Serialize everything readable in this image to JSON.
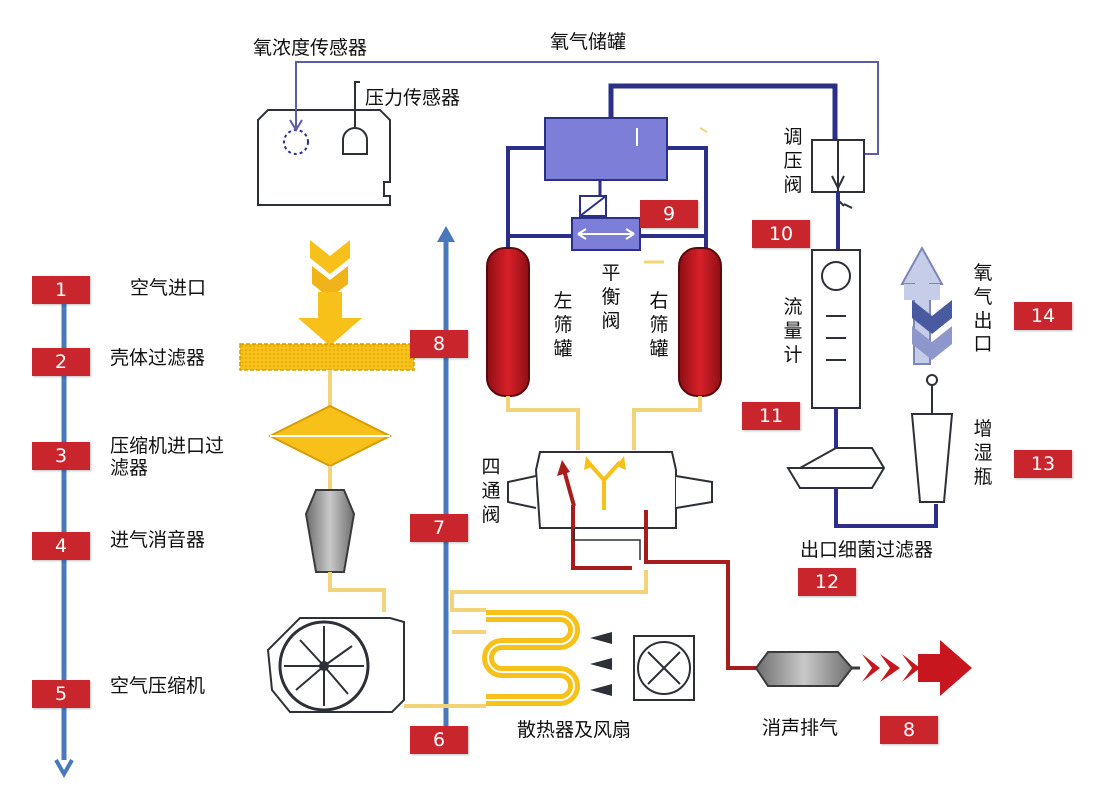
{
  "labels": {
    "o2_sensor": "氧浓度传感器",
    "pressure_sensor": "压力传感器",
    "o2_tank": "氧气储罐",
    "pressure_valve": "调压阀",
    "left_tank": "左筛罐",
    "balance_valve": "平衡阀",
    "right_tank": "右筛罐",
    "flowmeter": "流量计",
    "o2_outlet": "氧气出口",
    "four_way_valve": "四通阀",
    "humidifier": "增湿瓶",
    "bacteria_filter": "出口细菌过滤器",
    "radiator_fan": "散热器及风扇",
    "exhaust_muffler": "消声排气",
    "step_1": "空气进口",
    "step_2": "壳体过滤器",
    "step_3": "压缩机进口过滤器",
    "step_4": "进气消音器",
    "step_5": "空气压缩机"
  },
  "badges": {
    "b1": "1",
    "b2": "2",
    "b3": "3",
    "b4": "4",
    "b5": "5",
    "b6": "6",
    "b7": "7",
    "b8a": "8",
    "b8b": "8",
    "b9": "9",
    "b10": "10",
    "b11": "11",
    "b12": "12",
    "b13": "13",
    "b14": "14"
  },
  "colors": {
    "blue_line": "#4a78bd",
    "navy_pipe": "#2b2f87",
    "tank_red": "#c8161e",
    "exhaust_red": "#a81c1c",
    "air_yellow": "#f7c11a",
    "tube_yellow": "#f3d37a",
    "badge_red": "#c8262c",
    "o2_tank_fill": "#7d7ed8"
  }
}
